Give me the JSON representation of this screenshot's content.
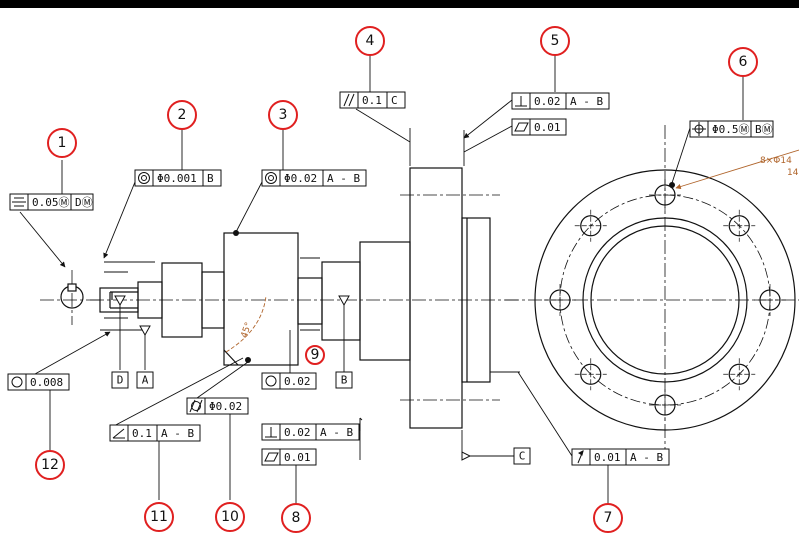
{
  "colors": {
    "balloon": "#e02020",
    "line": "#111111",
    "dimension": "#b0652c",
    "background": "#ffffff"
  },
  "balloons": [
    {
      "id": 1,
      "label": "1"
    },
    {
      "id": 2,
      "label": "2"
    },
    {
      "id": 3,
      "label": "3"
    },
    {
      "id": 4,
      "label": "4"
    },
    {
      "id": 5,
      "label": "5"
    },
    {
      "id": 6,
      "label": "6"
    },
    {
      "id": 7,
      "label": "7"
    },
    {
      "id": 8,
      "label": "8"
    },
    {
      "id": 9,
      "label": "9"
    },
    {
      "id": 10,
      "label": "10"
    },
    {
      "id": 11,
      "label": "11"
    },
    {
      "id": 12,
      "label": "12"
    }
  ],
  "frames": [
    {
      "id": "f1",
      "symbol": "symmetry",
      "cells": [
        "0.05Ⓜ",
        "DⓂ"
      ]
    },
    {
      "id": "f2",
      "symbol": "concentricity",
      "cells": [
        "Φ0.001",
        "B"
      ]
    },
    {
      "id": "f3",
      "symbol": "concentricity",
      "cells": [
        "Φ0.02",
        "A - B"
      ]
    },
    {
      "id": "f4",
      "symbol": "parallelism",
      "cells": [
        "0.1",
        "C"
      ]
    },
    {
      "id": "f5a",
      "symbol": "perpendicularity",
      "cells": [
        "0.02",
        "A - B"
      ]
    },
    {
      "id": "f5b",
      "symbol": "flatness",
      "cells": [
        "0.01"
      ]
    },
    {
      "id": "f6",
      "symbol": "position",
      "cells": [
        "Φ0.5Ⓜ",
        "BⓂ"
      ]
    },
    {
      "id": "f7",
      "symbol": "runout",
      "cells": [
        "0.01",
        "A - B"
      ]
    },
    {
      "id": "f8a",
      "symbol": "perpendicularity",
      "cells": [
        "0.02",
        "A - B"
      ]
    },
    {
      "id": "f8b",
      "symbol": "flatness",
      "cells": [
        "0.01"
      ]
    },
    {
      "id": "f9",
      "symbol": "circularity",
      "cells": [
        "0.02"
      ]
    },
    {
      "id": "f10",
      "symbol": "cylindricity",
      "cells": [
        "Φ0.02"
      ]
    },
    {
      "id": "f11",
      "symbol": "angularity",
      "cells": [
        "0.1",
        "A - B"
      ]
    },
    {
      "id": "f12",
      "symbol": "circularity",
      "cells": [
        "0.008"
      ]
    }
  ],
  "datums": [
    {
      "id": "dD",
      "label": "D"
    },
    {
      "id": "dA",
      "label": "A"
    },
    {
      "id": "dB",
      "label": "B"
    },
    {
      "id": "dC",
      "label": "C"
    }
  ],
  "dimensions": {
    "angle": "45°",
    "holes": "8×Φ14",
    "holes_sub": "14"
  }
}
